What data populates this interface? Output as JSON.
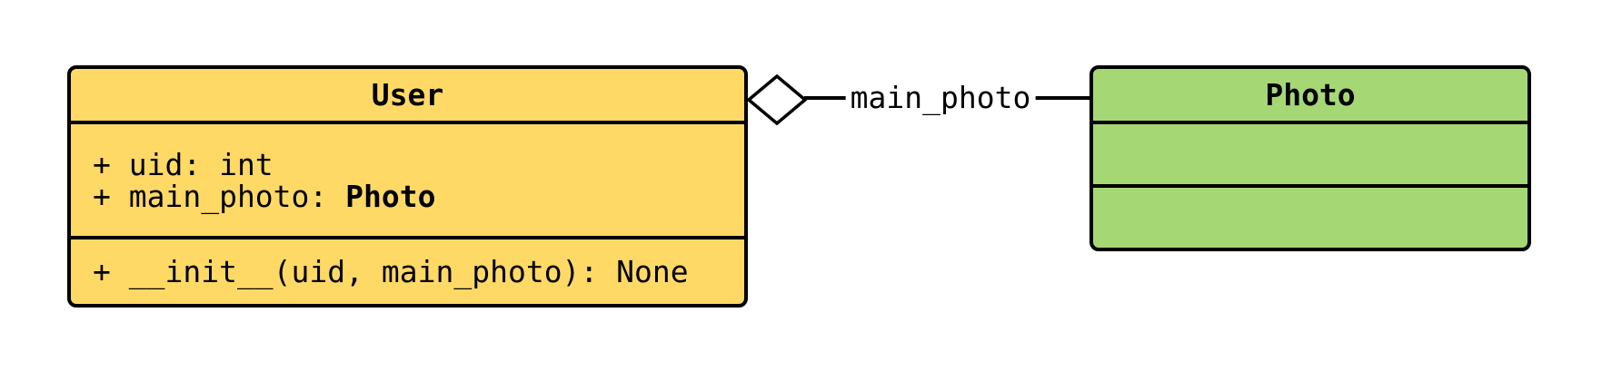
{
  "diagram": {
    "type": "uml-class-diagram",
    "background": "#ffffff",
    "border_color": "#000000",
    "classes": [
      {
        "name": "User",
        "fill": "#ffd966",
        "attributes": [
          {
            "text": "+ uid: int",
            "bold_type": ""
          },
          {
            "text": "+ main_photo: ",
            "bold_type": "Photo"
          }
        ],
        "methods": [
          {
            "text": "+ __init__(uid, main_photo): None",
            "bold_type": ""
          }
        ]
      },
      {
        "name": "Photo",
        "fill": "#a6d775",
        "attributes": [],
        "methods": []
      }
    ],
    "relationship": {
      "type": "aggregation",
      "from": "User",
      "to": "Photo",
      "label": "main_photo",
      "diamond_style": "hollow",
      "line_color": "#000000"
    }
  }
}
